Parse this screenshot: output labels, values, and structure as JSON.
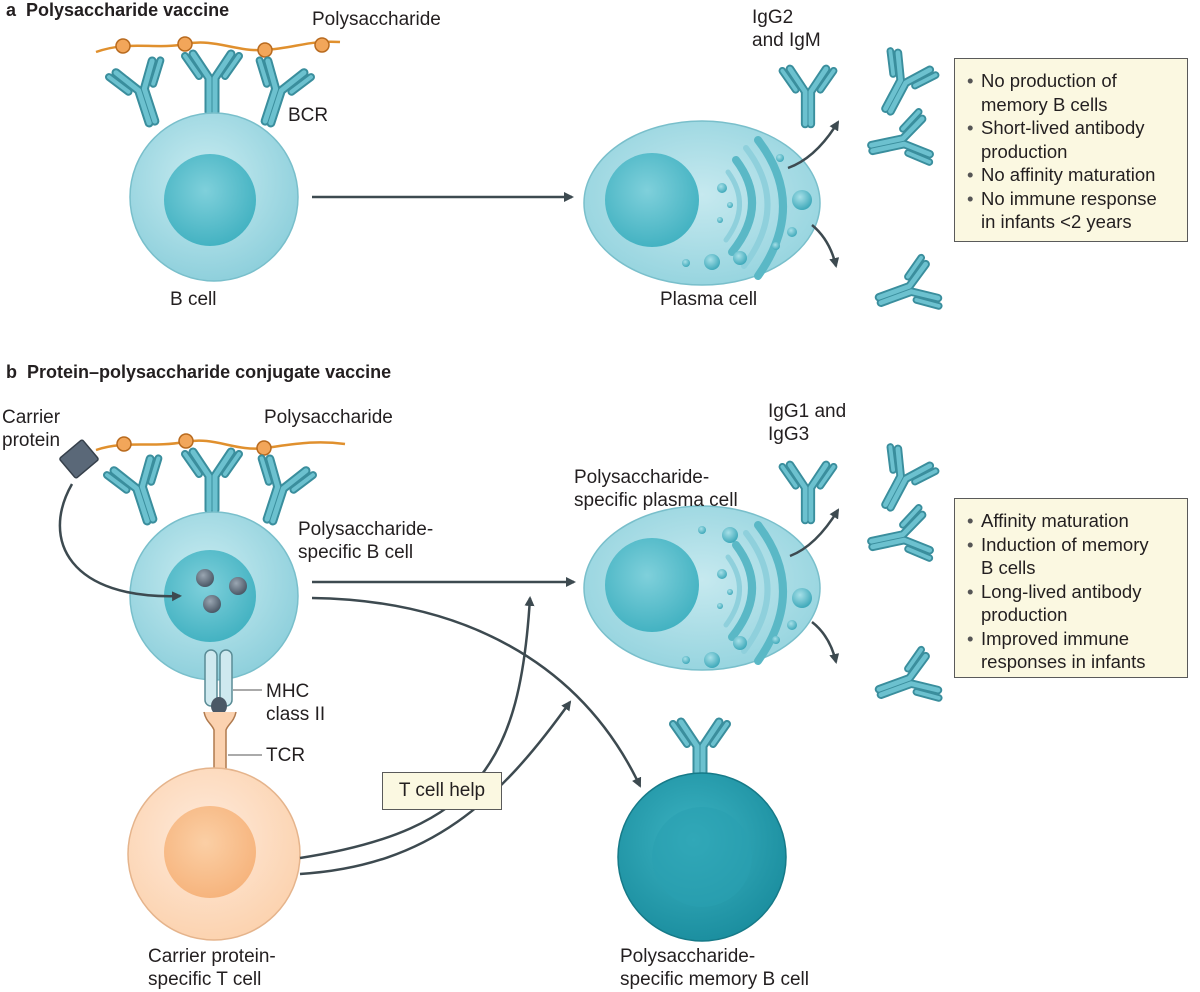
{
  "panel_a": {
    "letter": "a",
    "title": "Polysaccharide vaccine",
    "polysaccharide_label": "Polysaccharide",
    "bcr_label": "BCR",
    "b_cell_label": "B cell",
    "plasma_cell_label": "Plasma cell",
    "antibody_label_line1": "IgG2",
    "antibody_label_line2": "and IgM",
    "bullets": [
      "No production of\nmemory B cells",
      "Short-lived antibody\nproduction",
      "No affinity maturation",
      "No immune response\nin infants <2 years"
    ]
  },
  "panel_b": {
    "letter": "b",
    "title": "Protein–polysaccharide conjugate vaccine",
    "carrier_line1": "Carrier",
    "carrier_line2": "protein",
    "polysaccharide_label": "Polysaccharide",
    "b_cell_line1": "Polysaccharide-",
    "b_cell_line2": "specific B cell",
    "mhc_line1": "MHC",
    "mhc_line2": "class II",
    "tcr_label": "TCR",
    "t_cell_help": "T cell help",
    "t_cell_line1": "Carrier protein-",
    "t_cell_line2": "specific T cell",
    "plasma_line1": "Polysaccharide-",
    "plasma_line2": "specific plasma cell",
    "antibody_label_line1": "IgG1 and",
    "antibody_label_line2": "IgG3",
    "memory_line1": "Polysaccharide-",
    "memory_line2": "specific memory B cell",
    "bullets": [
      "Affinity maturation",
      "Induction of memory\nB cells",
      "Long-lived antibody\nproduction",
      "Improved immune\nresponses in infants"
    ]
  },
  "colors": {
    "b_cell": "#9fd6e0",
    "b_cell_nucleus": "#5bbcc8",
    "antibody": "#4aa5b5",
    "polysaccharide_chain": "#e0902e",
    "sugar_bead": "#f2a65a",
    "t_cell": "#fddcc0",
    "t_cell_nucleus": "#f9c08c",
    "memory_cell": "#2aa0b0",
    "carrier_protein": "#5a6878",
    "arrow": "#3d4a50",
    "box_fill": "#fbf8e1"
  }
}
